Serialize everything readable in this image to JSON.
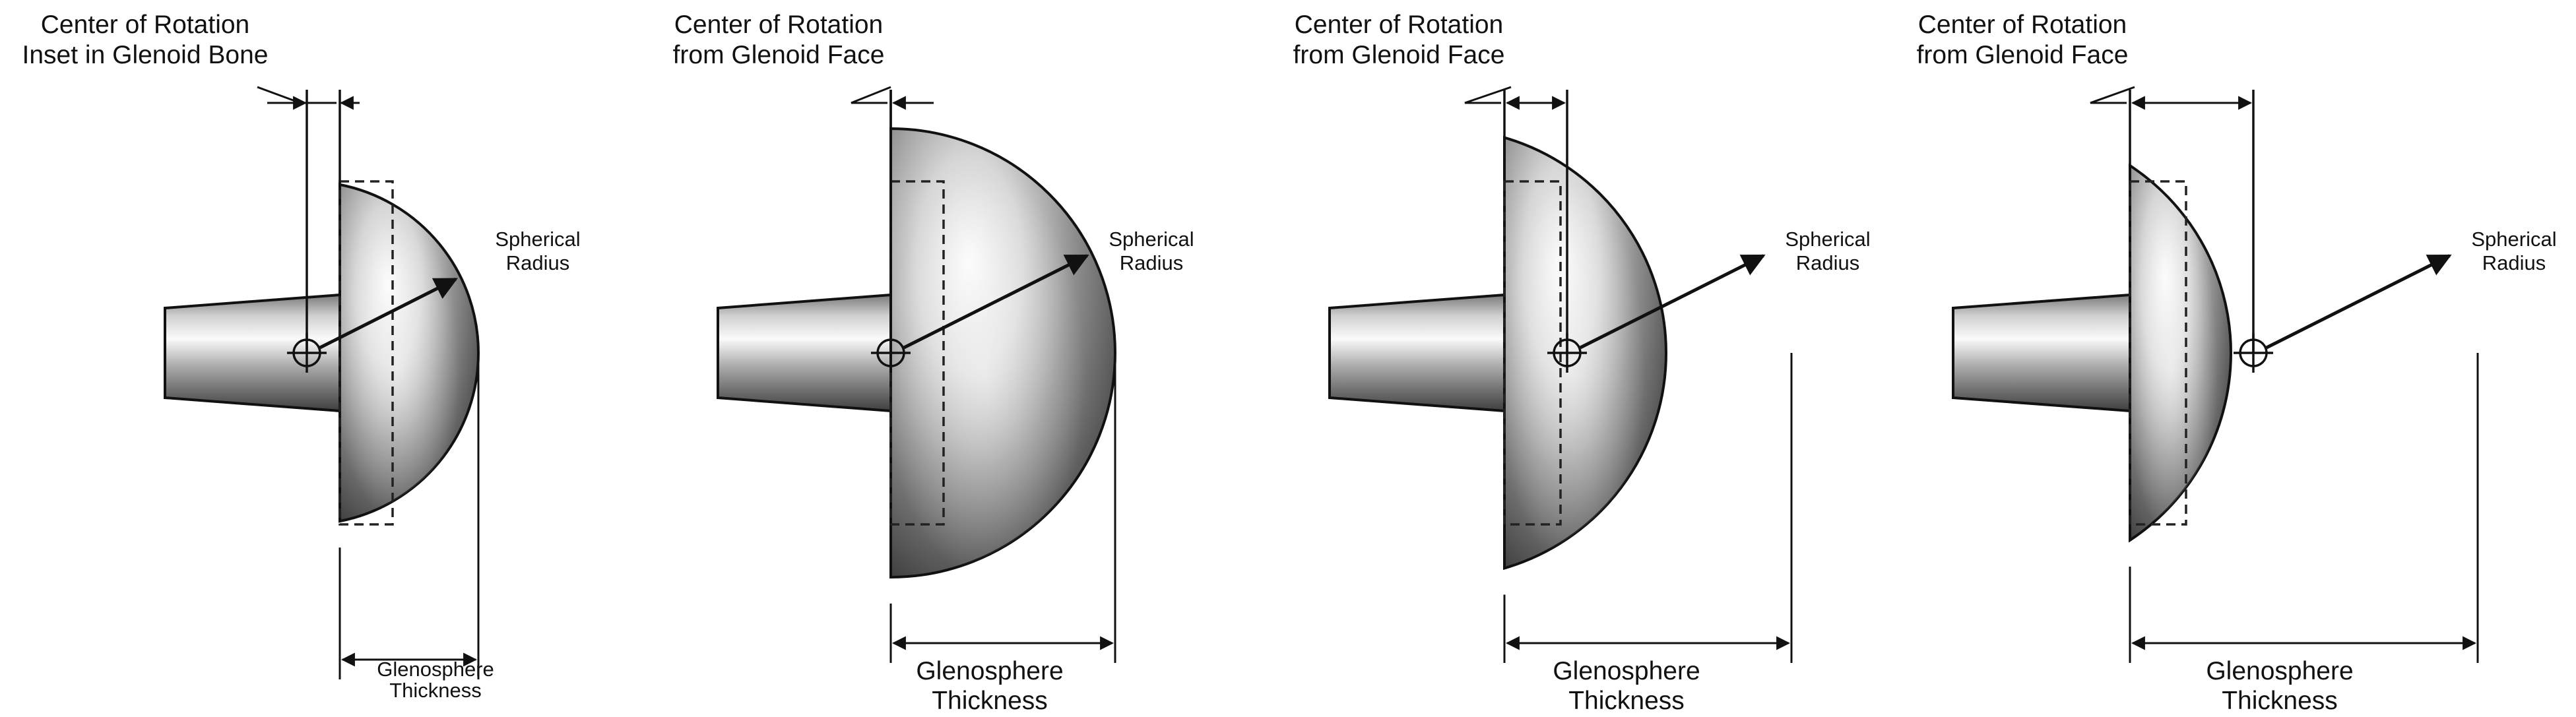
{
  "panels": [
    {
      "id": "p1",
      "cor_label": [
        "Center of Rotation",
        "Inset in Glenoid Bone"
      ],
      "radius_label": [
        "Spherical",
        "Radius"
      ],
      "thickness_label": [
        "Glenosphere",
        "Thickness"
      ]
    },
    {
      "id": "p2",
      "cor_label": [
        "Center of Rotation",
        "from Glenoid Face"
      ],
      "radius_label": [
        "Spherical",
        "Radius"
      ],
      "thickness_label": [
        "Glenosphere",
        "Thickness"
      ]
    },
    {
      "id": "p3",
      "cor_label": [
        "Center of Rotation",
        "from Glenoid Face"
      ],
      "radius_label": [
        "Spherical",
        "Radius"
      ],
      "thickness_label": [
        "Glenosphere",
        "Thickness"
      ]
    },
    {
      "id": "p4",
      "cor_label": [
        "Center of Rotation",
        "from Glenoid Face"
      ],
      "radius_label": [
        "Spherical",
        "Radius"
      ],
      "thickness_label": [
        "Glenosphere",
        "Thickness"
      ]
    }
  ],
  "colors": {
    "ink": "#111111",
    "metal_light": "#f4f4f4",
    "metal_mid": "#9a9a9a",
    "metal_dark": "#3c3c3c"
  }
}
